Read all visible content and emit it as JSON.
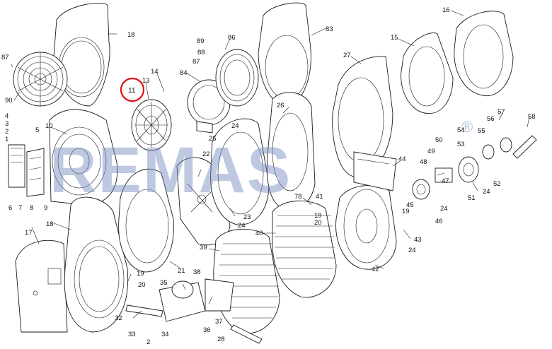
{
  "watermark": {
    "text": "REMAS",
    "registered": "®",
    "color": "#6f86bc"
  },
  "highlight": {
    "label": "11",
    "color": "#e01010"
  },
  "callouts": [
    "87",
    "90",
    "18",
    "4",
    "3",
    "2",
    "1",
    "5",
    "10",
    "6",
    "7",
    "8",
    "9",
    "17",
    "18",
    "13",
    "14",
    "89",
    "88",
    "87",
    "86",
    "84",
    "24",
    "25",
    "22",
    "23",
    "24",
    "21",
    "19",
    "20",
    "38",
    "35",
    "32",
    "33",
    "34",
    "2",
    "36",
    "37",
    "28",
    "39",
    "83",
    "26",
    "27",
    "78",
    "41",
    "19",
    "20",
    "40",
    "42",
    "43",
    "24",
    "44",
    "19",
    "45",
    "15",
    "16",
    "57",
    "58",
    "54",
    "55",
    "56",
    "53",
    "50",
    "49",
    "48",
    "47",
    "24",
    "46",
    "24",
    "51",
    "52"
  ]
}
